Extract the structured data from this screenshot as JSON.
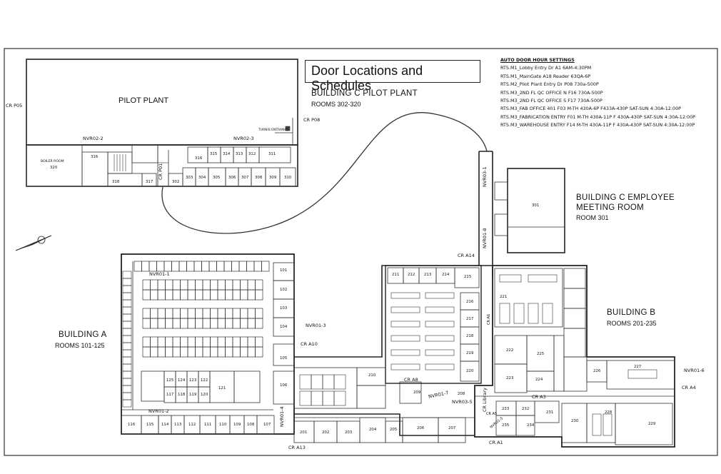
{
  "title": "Door Locations and Schedules",
  "legend": {
    "heading": "AUTO DOOR HOUR SETTINGS",
    "lines": [
      "RTS.M1_Lobby Entry Dr A1   6AM-4:30PM",
      "RTS.M1_MainGate A18 Reader 63QA-6P",
      "RTS.M2_Pilot Plant Entry  Dr P08 730a-500P",
      "RTS.M3_2ND FL QC OFFICE N F16 730A-500P",
      "RTS.M3_2ND FL QC OFFICE S F17 730A-500P",
      "RTS.M3_FAB OFFICE 401 F03 M-TH 430A-6P F433A-430P SAT-SUN 4:30A-12:00P",
      "RTS.M3_FABRICATION ENTRY F01 M-TH 430A-11P F 430A-430P SAT-SUN 4:30A-12:00P",
      "RTS.M3_WAREHOUSE ENTRY F14 M-TH 430A-11P F 430A-430P SAT-SUN 4:30A-12:00P"
    ]
  },
  "buildings": {
    "pilot_plant": {
      "name": "BUILDING C PILOT PLANT",
      "rooms": "ROOMS 302-320",
      "area_label": "PILOT PLANT"
    },
    "meeting_room": {
      "name_line1": "BUILDING C EMPLOYEE",
      "name_line2": "MEETING ROOM",
      "rooms": "ROOM 301"
    },
    "building_a": {
      "name": "BUILDING A",
      "rooms": "ROOMS 101-125"
    },
    "building_b": {
      "name": "BUILDING B",
      "rooms": "ROOMS 201-235"
    }
  },
  "doors": {
    "cr_p05": "CR P05",
    "cr_p08": "CR P08",
    "turnis_entrance": "TURNIS ENTRANCE",
    "nvr02_2": "NVR02-2",
    "nvr02_3": "NVR02-3",
    "cr_p01": "CR P01",
    "nvr03_1": "NVR03-1",
    "nvr01_8": "NVR01-8",
    "cr_a14": "CR A14",
    "nvr01_1": "NVR01-1",
    "nvr01_3": "NVR01-3",
    "cr_a10": "CR A10",
    "nvr01_2": "NVR01-2",
    "nvr01_4": "NVR01-4",
    "cr_a13": "CR A13",
    "cr_a8": "CR A8",
    "nvr01_7": "NVR01-7",
    "nvr03_5": "NVR03-5",
    "cr_library": "CR Library",
    "cr_a5": "CR A5",
    "nvr01_5": "NVR01-5",
    "cr_a1": "CR A1",
    "cr_a3": "CR A3",
    "nvr01_6": "NVR01-6",
    "cr_a4": "CR A4",
    "cr_a6": "CR A6"
  },
  "rooms": {
    "boiler": "BOILER ROOM",
    "boiler_no": "320",
    "r316": "316",
    "r318": "318",
    "r317": "317",
    "r302": "302",
    "r303": "303",
    "r304": "304",
    "r305": "305",
    "r306": "306",
    "r307": "307",
    "r308": "308",
    "r309": "309",
    "r310": "310",
    "r311": "311",
    "r312": "312",
    "r313": "313",
    "r314": "314",
    "r315": "315",
    "r316b": "316",
    "r301": "301",
    "r101": "101",
    "r102": "102",
    "r103": "103",
    "r104": "104",
    "r105": "105",
    "r106": "106",
    "r107": "107",
    "r108": "108",
    "r109": "109",
    "r110": "110",
    "r111": "111",
    "r112": "112",
    "r113": "113",
    "r114": "114",
    "r115": "115",
    "r116": "116",
    "r117": "117",
    "r118": "118",
    "r119": "119",
    "r120": "120",
    "r121": "121",
    "r122": "122",
    "r123": "123",
    "r124": "124",
    "r125": "125",
    "r201": "201",
    "r202": "202",
    "r203": "203",
    "r204": "204",
    "r205": "205",
    "r206": "206",
    "r207": "207",
    "r208": "208",
    "r209": "209",
    "r210": "210",
    "r211": "211",
    "r212": "212",
    "r213": "213",
    "r214": "214",
    "r215": "215",
    "r216": "216",
    "r217": "217",
    "r218": "218",
    "r219": "219",
    "r220": "220",
    "r221": "221",
    "r222": "222",
    "r223": "223",
    "r224": "224",
    "r225": "225",
    "r226": "226",
    "r227": "227",
    "r228": "228",
    "r229": "229",
    "r230": "230",
    "r231": "231",
    "r232": "232",
    "r233": "233",
    "r234": "234",
    "r235": "235"
  }
}
